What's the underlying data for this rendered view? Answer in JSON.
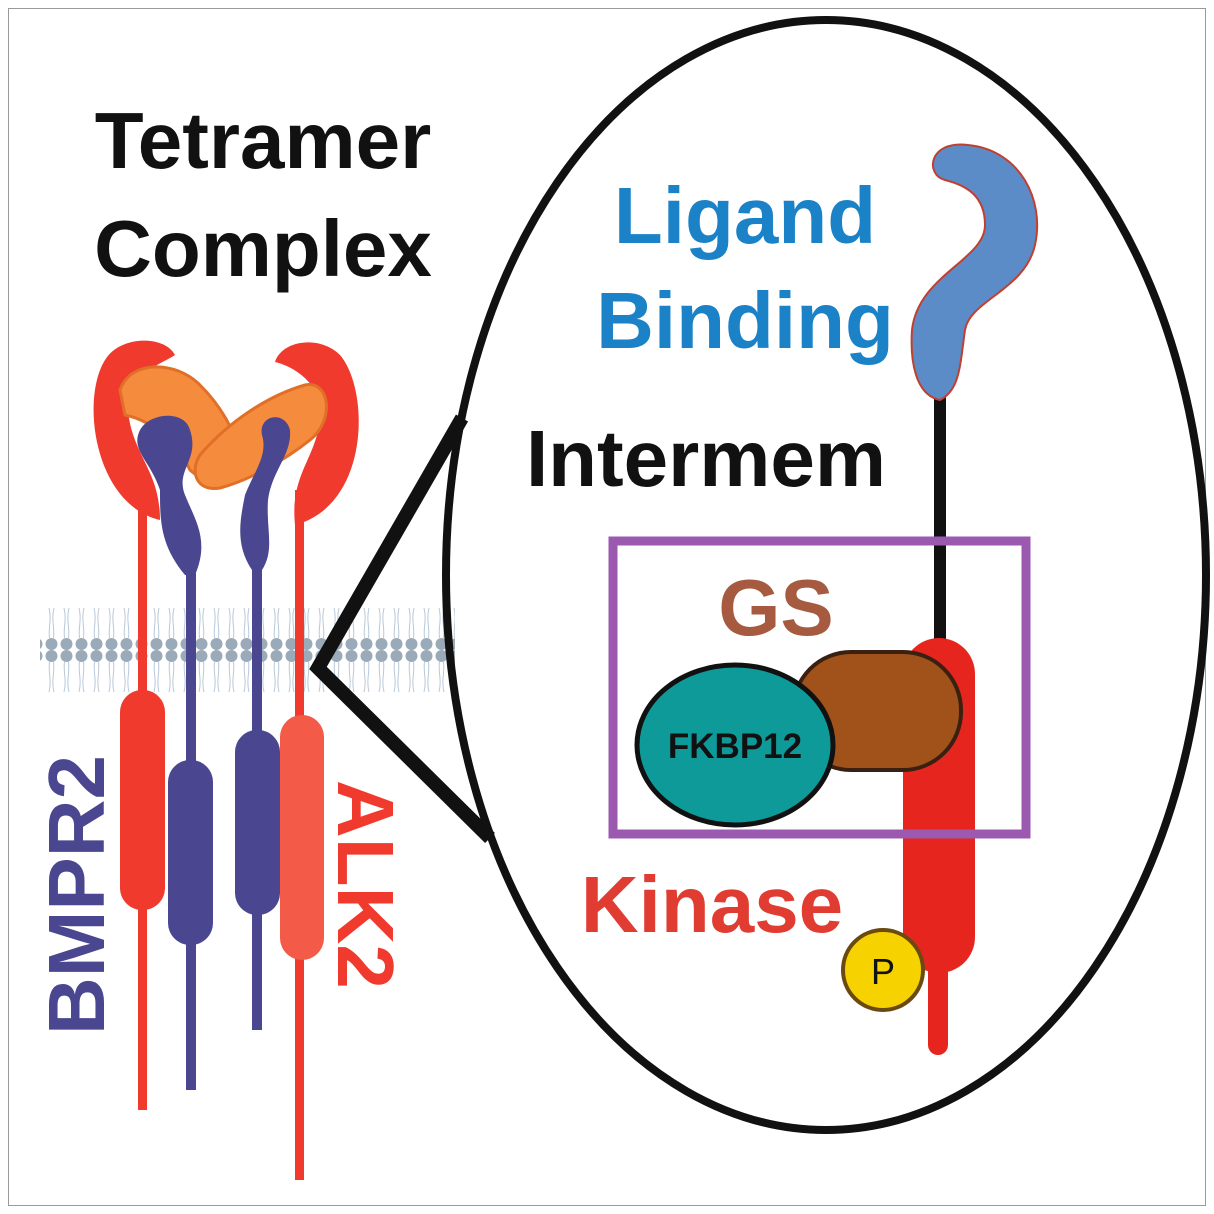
{
  "title": {
    "line1": "Tetramer",
    "line2": "Complex"
  },
  "receptors": {
    "left": {
      "label": "BMPR2",
      "color": "#4a4690"
    },
    "right": {
      "label": "ALK2",
      "color": "#f03a2e"
    }
  },
  "zoom": {
    "ligand_binding": {
      "line1": "Ligand",
      "line2": "Binding",
      "color": "#1b82c8"
    },
    "intermembrane": {
      "label": "Intermem"
    },
    "gs": {
      "label": "GS",
      "color": "#a65a3f",
      "box_color": "#9b5ab0"
    },
    "fkbp12": {
      "label": "FKBP12",
      "color": "#0f9a9a"
    },
    "kinase": {
      "label": "Kinase",
      "color": "#e03c32"
    },
    "phospho": {
      "label": "P",
      "color": "#f5d200"
    }
  },
  "colors": {
    "ligand_orange": "#f58b3c",
    "membrane_blue": "#9aaab8",
    "ligand_domain_blue": "#5b8cc8",
    "gs_brown": "#a0521a"
  }
}
